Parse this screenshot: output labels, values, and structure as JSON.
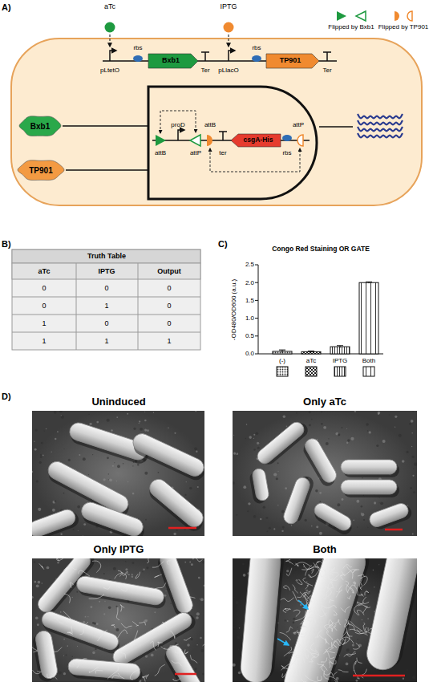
{
  "diagram": {
    "nodes": [
      {
        "text": [
          "aTc"
        ]
      },
      {
        "text": [
          "IPTG"
        ]
      },
      {
        "text": [
          "Bxb1"
        ]
      },
      {
        "text": [
          "TP901"
        ]
      },
      {
        "text": [
          "Bxb1"
        ]
      },
      {
        "text": [
          "TP901"
        ]
      },
      {
        "text": [
          "csgA-His"
        ]
      }
    ],
    "labels": [
      "A)",
      "pLtetO",
      "rbs",
      "Ter",
      "pLlacO",
      "rbs",
      "Ter",
      "attB",
      "proD",
      "attP",
      "attB",
      "ter",
      "rbs",
      "attP",
      "B)",
      "Truth Table",
      "aTc",
      "IPTG",
      "Output",
      "0",
      "0",
      "0",
      "0",
      "1",
      "0",
      "1",
      "0",
      "0",
      "1",
      "1",
      "1",
      "C)",
      "Congo Red Staining OR GATE",
      "-OD480/OD600 (a.u.)",
      "0.0",
      "0.5",
      "1.0",
      "1.5",
      "2.0",
      "2.5",
      "(-)",
      "aTc",
      "IPTG",
      "Both",
      "D)",
      "Uninduced",
      "Only aTc",
      "Only IPTG",
      "Both"
    ],
    "legend": [
      {
        "text": "Flipped by Bxb1"
      },
      {
        "text": "Flipped by TP901"
      }
    ]
  }
}
